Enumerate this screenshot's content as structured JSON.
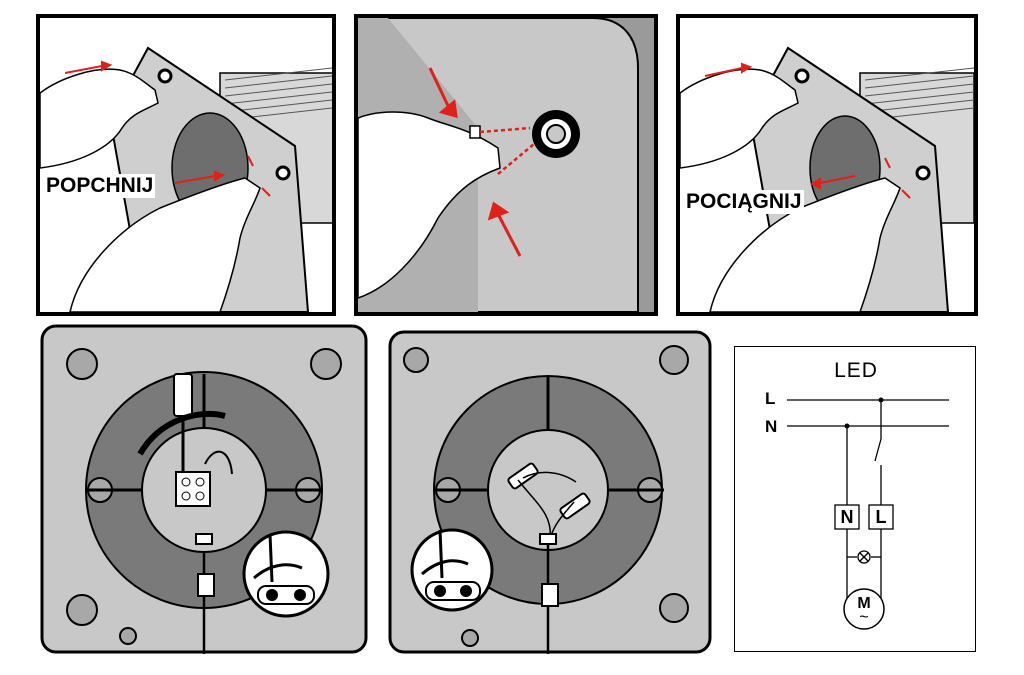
{
  "panels": {
    "push": {
      "caption": "POPCHNIJ"
    },
    "pull": {
      "caption": "POCIĄGNIJ"
    }
  },
  "schematic": {
    "title": "LED",
    "line_labels": [
      "L",
      "N"
    ],
    "terminal_labels": [
      "N",
      "L"
    ],
    "motor_label": "M",
    "motor_ac_symbol": "~"
  },
  "colors": {
    "housing_light": "#c8c8c8",
    "housing_dark": "#7a7a7a",
    "arrow_red": "#e0201a",
    "outline": "#000000"
  },
  "icons": [
    "hand-icon",
    "screwdriver-icon",
    "terminal-block-icon",
    "led-lamp-icon",
    "motor-icon",
    "switch-icon"
  ]
}
